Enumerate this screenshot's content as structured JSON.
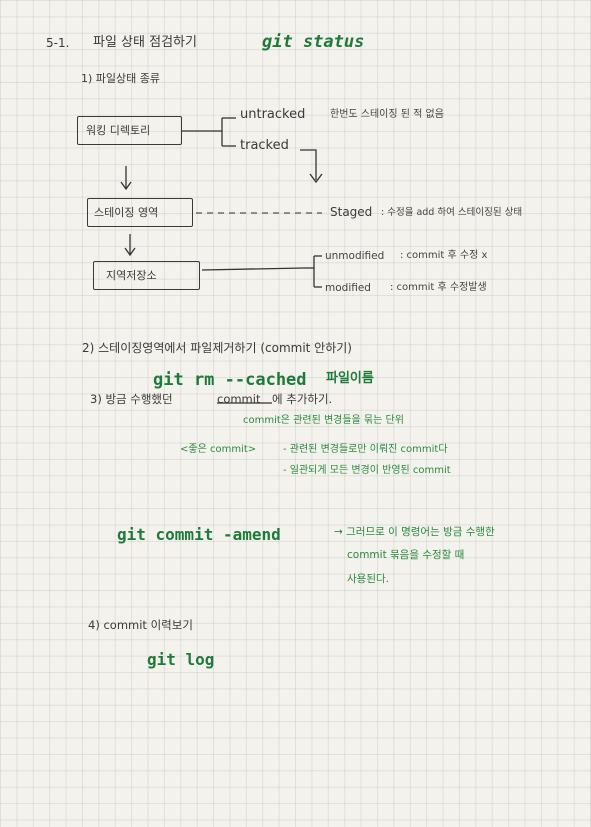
{
  "header": {
    "section": "5-1.",
    "title": "파일 상태 점검하기",
    "command": "git status"
  },
  "part1": {
    "heading": "1) 파일상태 종류",
    "working_dir": "워킹 디렉토리",
    "untracked": "untracked",
    "untracked_note": "한번도 스테이징 된 적 없음",
    "tracked": "tracked",
    "staging": "스테이징 영역",
    "staged": "Staged",
    "staged_note": ": 수정을 add 하여 스테이징된 상태",
    "local_repo": "지역저장소",
    "unmodified": "unmodified",
    "unmodified_note": ": commit 후 수정 x",
    "modified": "modified",
    "modified_note": ": commit 후 수정발생"
  },
  "part2": {
    "heading": "2) 스테이징영역에서 파일제거하기 (commit 안하기)",
    "command": "git rm --cached",
    "arg": "파일이름"
  },
  "part3": {
    "heading_prefix": "3) 방금 수행했던",
    "heading_keyword": "commit",
    "heading_suffix": "에 추가하기.",
    "def": "commit은 관련된 변경들을 묶는 단위",
    "good_label": "<좋은 commit>",
    "good1": "- 관련된 변경들로만 이뤄진 commit다",
    "good2": "- 일관되게 모든 변경이 반영된 commit",
    "command": "git commit -amend",
    "note1": "→ 그러므로 이 명령어는 방금 수행한",
    "note2": "commit 묶음을 수정할 때",
    "note3": "사용된다."
  },
  "part4": {
    "heading": "4) commit 이력보기",
    "command": "git log"
  }
}
